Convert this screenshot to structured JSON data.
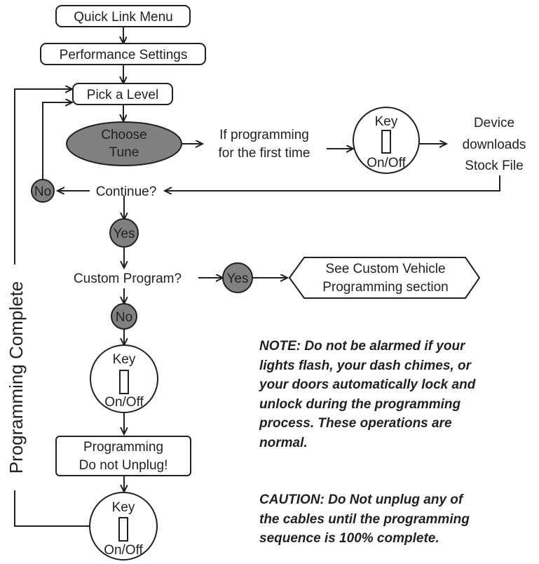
{
  "nodes": {
    "quick_link_menu": "Quick Link Menu",
    "performance_settings": "Performance Settings",
    "pick_a_level": "Pick a Level",
    "choose_tune": [
      "Choose",
      "Tune"
    ],
    "if_programming": [
      "If programming",
      "for the first time"
    ],
    "key_label": "Key",
    "on_off_label": "On/Off",
    "device_downloads": [
      "Device",
      "downloads",
      "Stock File"
    ],
    "continue_q": "Continue?",
    "no_label": "No",
    "yes_label": "Yes",
    "custom_program_q": "Custom Program?",
    "see_custom": [
      "See Custom Vehicle",
      "Programming section"
    ],
    "programming_box": [
      "Programming",
      "Do not Unplug!"
    ],
    "programming_complete": "Programming Complete"
  },
  "note_lines": [
    "NOTE: Do not be alarmed if your",
    "lights flash, your dash chimes, or",
    "your doors automatically lock and",
    "unlock during the programming",
    "process.  These operations are",
    "normal."
  ],
  "caution_lines": [
    "CAUTION: Do Not unplug any of",
    "the cables until the programming",
    "sequence is 100% complete."
  ],
  "colors": {
    "line": "#231f20",
    "gray_fill": "#808080",
    "background": "#ffffff"
  }
}
